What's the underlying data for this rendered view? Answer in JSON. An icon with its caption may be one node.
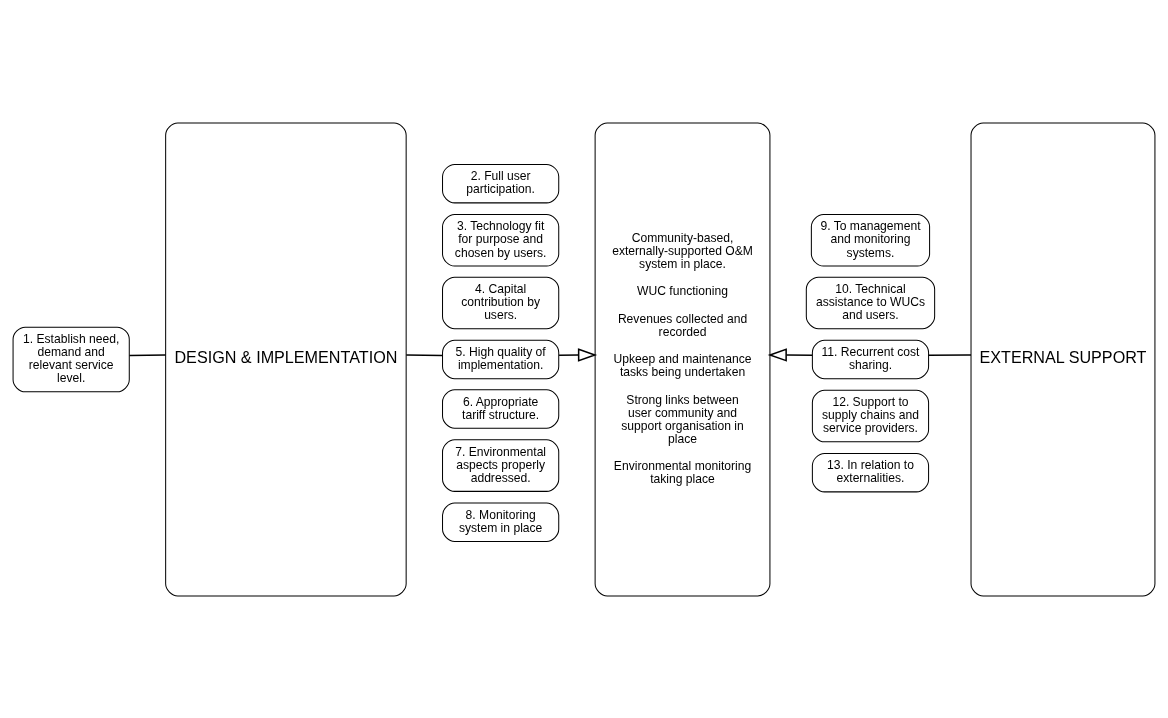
{
  "diagram": {
    "nodes": [
      {
        "text": [
          "1. Establish need, demand and relevant service level."
        ]
      },
      {
        "text": [
          "DESIGN & IMPLEMENTATION"
        ]
      },
      {
        "text": [
          "2. Full user participation."
        ]
      },
      {
        "text": [
          "3. Technology fit for purpose and chosen by users."
        ]
      },
      {
        "text": [
          "4. Capital contribution by users."
        ]
      },
      {
        "text": [
          "5. High quality of implementation."
        ]
      },
      {
        "text": [
          "6. Appropriate tariff structure."
        ]
      },
      {
        "text": [
          "7. Environmental aspects properly addressed."
        ]
      },
      {
        "text": [
          "8. Monitoring system in place"
        ]
      },
      {
        "text": [
          "Community-based, externally-supported O&M system in place.",
          "WUC functioning",
          "Revenues collected and recorded",
          "Upkeep and maintenance tasks being undertaken",
          "Strong links between user community and support organisation in place",
          "Environmental monitoring taking place"
        ]
      },
      {
        "text": [
          "9. To management and monitoring systems."
        ]
      },
      {
        "text": [
          "10. Technical assistance to WUCs and users."
        ]
      },
      {
        "text": [
          "11. Recurrent cost sharing."
        ]
      },
      {
        "text": [
          "12. Support to supply chains and service providers."
        ]
      },
      {
        "text": [
          "13. In relation to externalities."
        ]
      },
      {
        "text": [
          "EXTERNAL SUPPORT"
        ]
      }
    ],
    "edges": [
      {
        "from": 0,
        "to": 1,
        "arrow": "none"
      },
      {
        "from": 1,
        "to": 5,
        "arrow": "none"
      },
      {
        "from": 5,
        "to": 9,
        "arrow": "to"
      },
      {
        "from": 12,
        "to": 9,
        "arrow": "to"
      },
      {
        "from": 15,
        "to": 12,
        "arrow": "none"
      }
    ]
  }
}
